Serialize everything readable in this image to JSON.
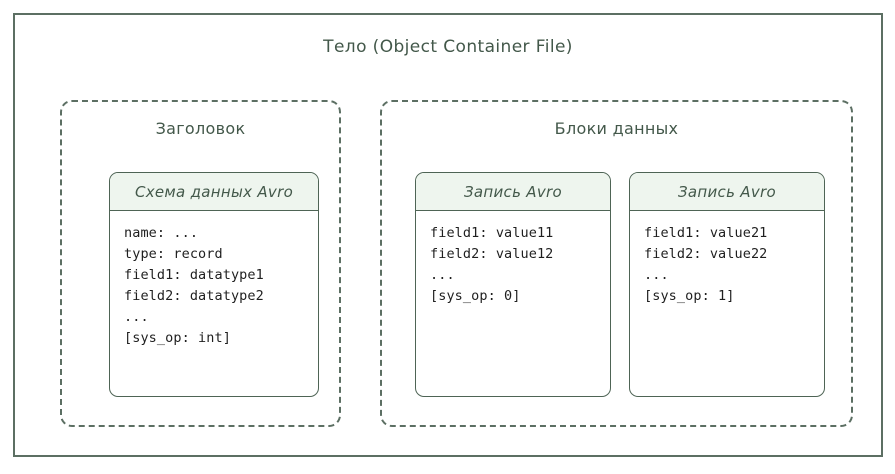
{
  "diagram": {
    "title": "Тело (Object Container File)",
    "groups": [
      {
        "id": "header",
        "label": "Заголовок",
        "cards": [
          {
            "id": "schema",
            "title": "Схема данных Avro",
            "lines": [
              "name: ...",
              "type: record",
              "field1: datatype1",
              "field2: datatype2",
              "...",
              "[sys_op: int]"
            ]
          }
        ]
      },
      {
        "id": "data-blocks",
        "label": "Блоки данных",
        "cards": [
          {
            "id": "record-1",
            "title": "Запись Avro",
            "lines": [
              "field1: value11",
              "field2: value12",
              "...",
              "[sys_op: 0]"
            ]
          },
          {
            "id": "record-2",
            "title": "Запись Avro",
            "lines": [
              "field1: value21",
              "field2: value22",
              "...",
              "[sys_op: 1]"
            ]
          }
        ]
      }
    ]
  },
  "colors": {
    "stroke": "#5c6f63",
    "card_stroke": "#4e6455",
    "card_title_fill": "#eef5ee",
    "text": "#43584a",
    "code_text": "#1f1f1f",
    "background": "#ffffff"
  }
}
